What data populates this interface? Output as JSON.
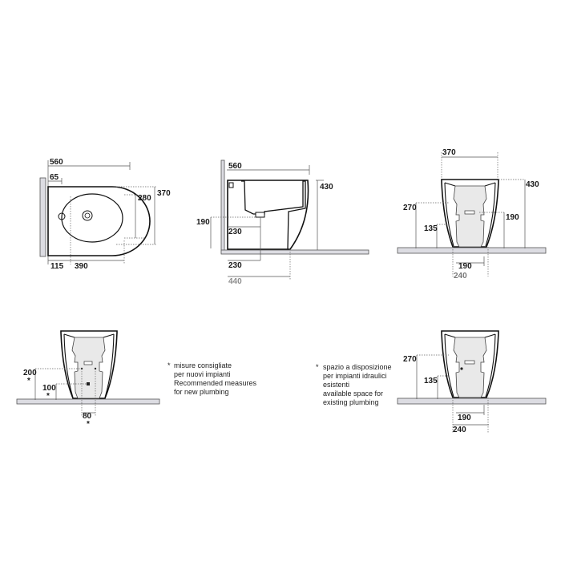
{
  "views": {
    "top": {
      "dims": {
        "overall_length": "560",
        "tap_offset": "65",
        "bowl_width": "280",
        "overall_width": "370",
        "rear_offset": "115",
        "bowl_length": "390"
      }
    },
    "side": {
      "dims": {
        "overall_length": "560",
        "height": "430",
        "inlet_height": "190",
        "inlet_distance": "230",
        "outlet_distance": "230",
        "base_length": "440"
      }
    },
    "front": {
      "dims": {
        "overall_width": "370",
        "height": "430",
        "upper_height": "270",
        "inlet_height": "190",
        "lower_height": "135",
        "inner_width": "190",
        "base_width": "240"
      }
    },
    "rear_new": {
      "dims": {
        "upper_height": "200",
        "lower_height": "100",
        "spacing": "80"
      },
      "marker": "*"
    },
    "rear_existing": {
      "dims": {
        "upper_height": "270",
        "lower_height": "135",
        "inner_width": "190",
        "outer_width": "240"
      }
    }
  },
  "notes": {
    "new_plumbing": {
      "marker": "*",
      "lines": [
        "misure consigliate",
        "per nuovi impianti",
        "Recommended measures",
        "for new plumbing"
      ]
    },
    "existing_plumbing": {
      "marker": "*",
      "lines": [
        "spazio a disposizione",
        "per impianti idraulici",
        "esistenti",
        "available space for",
        "existing plumbing"
      ]
    }
  }
}
